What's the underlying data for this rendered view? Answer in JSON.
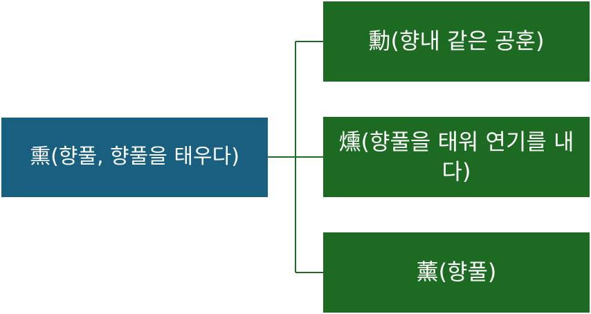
{
  "colors": {
    "root_fill": "#195f80",
    "child_fill": "#1d6b22",
    "connector": "#1d6b22",
    "text": "#ffffff"
  },
  "root": {
    "label": "熏(향풀, 향풀을 태우다)"
  },
  "children": [
    {
      "label": "勳(향내 같은 공훈)"
    },
    {
      "label": "燻(향풀을 태워 연기를 내다)"
    },
    {
      "label": "薰(향풀)"
    }
  ]
}
